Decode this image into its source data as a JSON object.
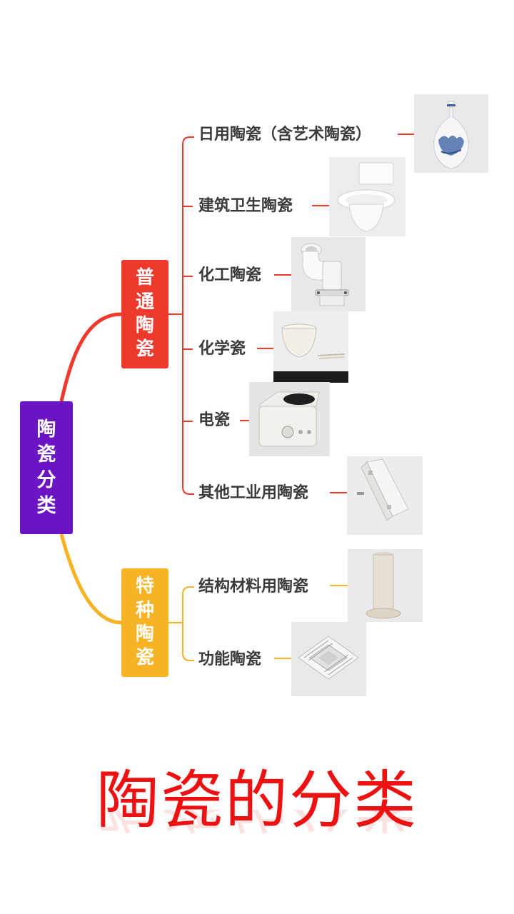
{
  "root": {
    "label": "陶瓷分类",
    "color": "#6a14c4"
  },
  "branches": [
    {
      "label": "普通陶瓷",
      "color": "#ee3a2c",
      "leaves": [
        {
          "label": "日用陶瓷（含艺术陶瓷）",
          "image": "vase"
        },
        {
          "label": "建筑卫生陶瓷",
          "image": "toilet"
        },
        {
          "label": "化工陶瓷",
          "image": "pipe-elbow"
        },
        {
          "label": "化学瓷",
          "image": "crucible"
        },
        {
          "label": "电瓷",
          "image": "hot-plate"
        },
        {
          "label": "其他工业用陶瓷",
          "image": "industrial-part"
        }
      ]
    },
    {
      "label": "特种陶瓷",
      "color": "#f7b324",
      "leaves": [
        {
          "label": "结构材料用陶瓷",
          "image": "ceramic-rod"
        },
        {
          "label": "功能陶瓷",
          "image": "chip-package"
        }
      ]
    }
  ],
  "title": "陶瓷的分类"
}
